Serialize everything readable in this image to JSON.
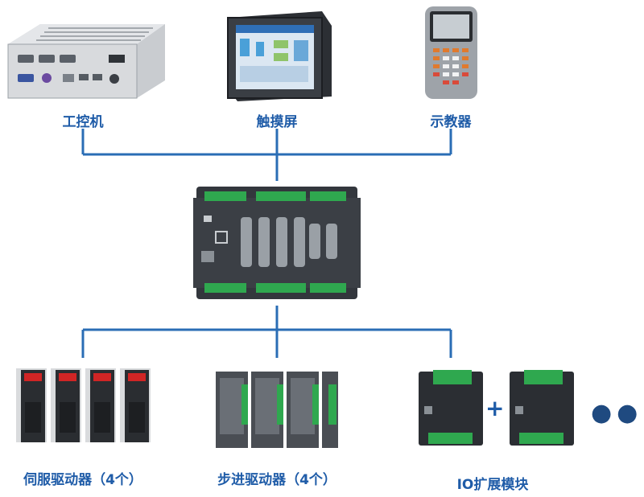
{
  "devices_top": {
    "ipc": "工控机",
    "touchscreen": "触摸屏",
    "teach_pendant": "示教器"
  },
  "devices_bottom": {
    "servo": "伺服驱动器（4个）",
    "stepper": "步进驱动器（4个）",
    "io": "IO扩展模块"
  },
  "symbols": {
    "plus": "+",
    "more": "●●●"
  },
  "colors": {
    "line": "#2a6db5",
    "label": "#1f5ca8",
    "device_dark": "#2b2e33",
    "terminal_green": "#2fa84f"
  }
}
